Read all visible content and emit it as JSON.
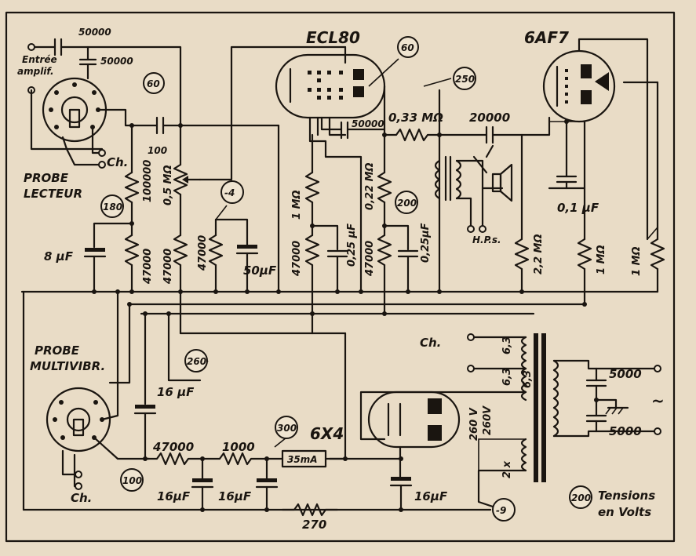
{
  "labels": {
    "ecl80": "ECL80",
    "af7": "6AF7",
    "x4": "6X4",
    "entree_amplif": [
      "Entrée",
      "amplif."
    ],
    "probe_lecteur": [
      "PROBE",
      "LECTEUR"
    ],
    "probe_multivibr": [
      "PROBE",
      "MULTIVIBR."
    ],
    "ch_top": "Ch.",
    "ch_bottom": "Ch.",
    "ch_transformer": "Ch.",
    "hps": "H.P.s.",
    "tensions": [
      "Tensions",
      "en Volts"
    ]
  },
  "components": {
    "c_50000_top": "50000",
    "c_50000_side": "50000",
    "c_100": "100",
    "r_100000": "100000",
    "pot_05mo": "0,5 MΩ",
    "r_47000_a": "47000",
    "r_47000_b": "47000",
    "r_47000_c": "47000",
    "c_8uf": "8 μF",
    "c_50uf": "50μF",
    "r_1mo_a": "1 MΩ",
    "r_47000_d": "47000",
    "c_025uf_a": "0,25 μF",
    "c_50000_mid": "50000",
    "r_022mo": "0,22 MΩ",
    "r_47000_e": "47000",
    "c_025uf_b": "0,25μF",
    "r_033mo": "0,33 MΩ",
    "c_20000": "20000",
    "c_01uf": "0,1  μF",
    "r_22mo": "2,2 MΩ",
    "r_1mo_b": "1 MΩ",
    "r_1mo_c": "1 MΩ",
    "c_16uf_a": "16 μF",
    "r_47000_f": "47000",
    "r_1000": "1000",
    "fuse": "35mA",
    "c_16uf_b": "16μF",
    "c_16uf_c": "16μF",
    "c_16uf_d": "16μF",
    "r_270": "270",
    "tr_63_a": "6,3",
    "tr_63_b": "6,3",
    "tr_63_c": "6,3",
    "tr_260v_a": "260V",
    "tr_260v_b": "260 V",
    "tr_2x": "2 x",
    "c_5000_a": "5000",
    "c_5000_b": "5000",
    "mains": "~"
  },
  "voltages": {
    "v60_a": "60",
    "v60_b": "60",
    "v250": "250",
    "v180": "180",
    "vm4": "-4",
    "v200": "200",
    "v260": "260",
    "v300": "300",
    "v100": "100",
    "vm9": "-9",
    "v200_legend": "200"
  }
}
